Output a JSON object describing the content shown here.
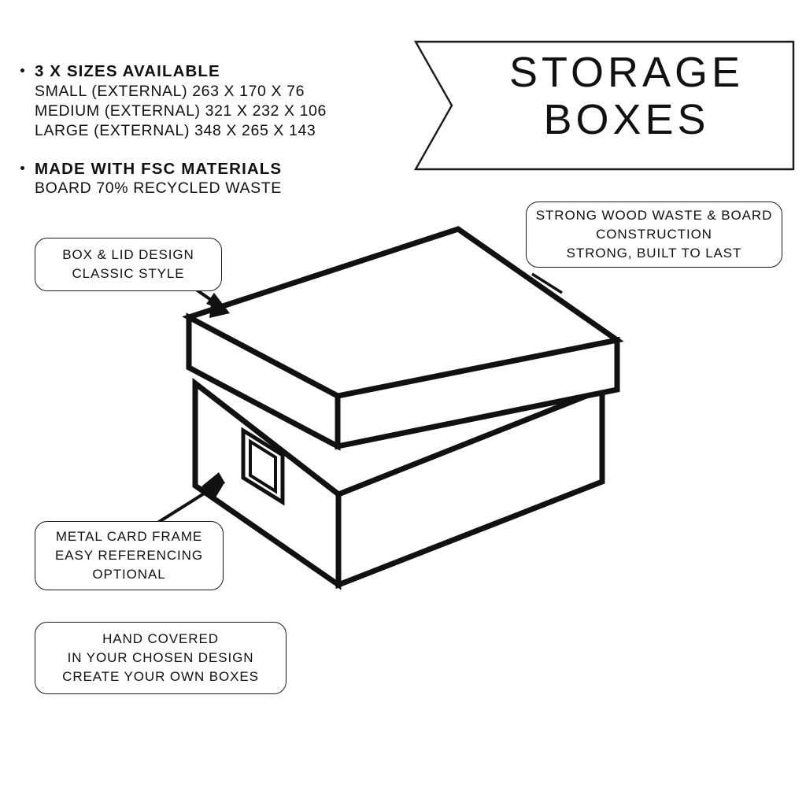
{
  "banner": {
    "title_lines": [
      "STORAGE",
      "BOXES"
    ]
  },
  "specs": {
    "groups": [
      {
        "heading": "3 X SIZES AVAILABLE",
        "lines": [
          "SMALL (EXTERNAL) 263 X 170 X 76",
          "MEDIUM (EXTERNAL) 321 X 232 X 106",
          "LARGE (EXTERNAL) 348 X 265 X 143"
        ]
      },
      {
        "heading": "MADE WITH FSC MATERIALS",
        "lines": [
          "BOARD 70% RECYCLED WASTE"
        ]
      }
    ]
  },
  "callouts": {
    "lid": {
      "lines": [
        "BOX & LID DESIGN",
        "CLASSIC STYLE"
      ]
    },
    "material": {
      "lines": [
        "STRONG WOOD WASTE & BOARD",
        "CONSTRUCTION",
        "STRONG, BUILT TO LAST"
      ]
    },
    "frame": {
      "lines": [
        "METAL CARD FRAME",
        "EASY REFERENCING",
        "OPTIONAL"
      ]
    },
    "design": {
      "lines": [
        "HAND COVERED",
        "IN YOUR CHOSEN DESIGN",
        "CREATE YOUR OWN BOXES"
      ]
    }
  },
  "illustration": {
    "subject": "storage-box-with-lid",
    "parts": [
      "lid",
      "box-body",
      "metal-card-frame"
    ]
  },
  "colors": {
    "ink": "#111111",
    "background": "#ffffff",
    "outline": "#1a1a1a"
  }
}
